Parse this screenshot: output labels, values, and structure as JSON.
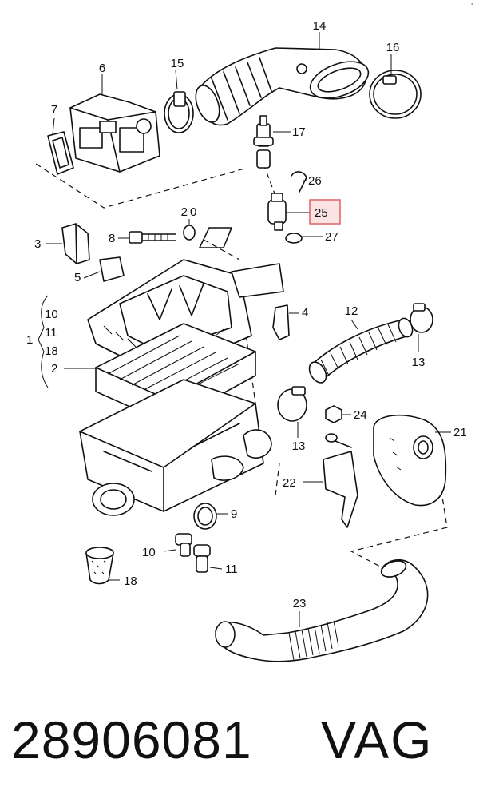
{
  "labels": {
    "p1": "1",
    "p2": "2",
    "p3": "3",
    "p4": "4",
    "p5": "5",
    "p6": "6",
    "p7": "7",
    "p8": "8",
    "p9": "9",
    "p10a": "10",
    "p10b": "10",
    "p11a": "11",
    "p11b": "11",
    "p12": "12",
    "p13a": "13",
    "p13b": "13",
    "p14": "14",
    "p15": "15",
    "p16": "16",
    "p17": "17",
    "p18a": "18",
    "p18b": "18",
    "p20": "20",
    "p21": "21",
    "p22": "22",
    "p23": "23",
    "p24": "24",
    "p25": "25",
    "p26": "26",
    "p27": "27"
  },
  "highlight": {
    "label": "25",
    "color": "#e06a6a",
    "fill": "#fbe3e3"
  },
  "footer": {
    "part_number": "28906081",
    "brand": "VAG"
  },
  "edge_mark": "-"
}
